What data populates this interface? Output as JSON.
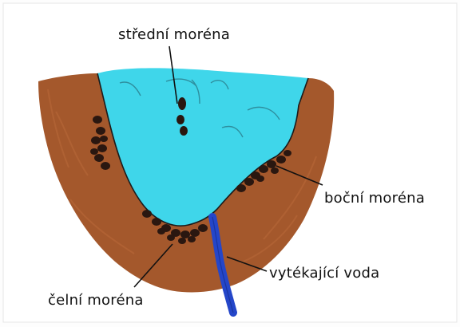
{
  "labels": {
    "medial_moraine": "střední moréna",
    "lateral_moraine": "boční moréna",
    "outflow_water": "vytékající voda",
    "terminal_moraine": "čelní moréna"
  },
  "colors": {
    "ice": "#3fd6ea",
    "rock": "#a4582c",
    "moraine": "#2a1710",
    "water": "#2446c9"
  }
}
